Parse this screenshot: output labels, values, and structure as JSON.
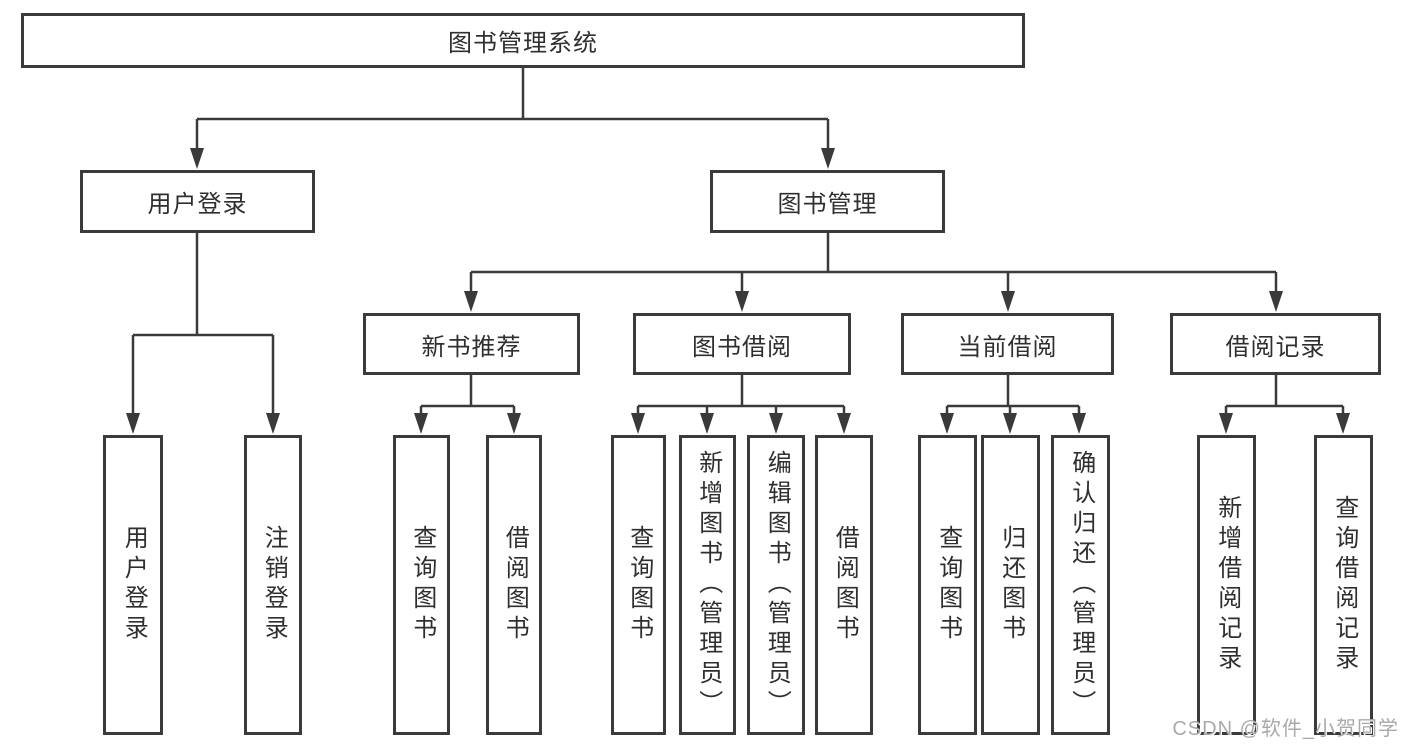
{
  "tree": {
    "root": {
      "label": "图书管理系统",
      "children": [
        {
          "label": "用户登录",
          "children": [
            {
              "label": "用户登录"
            },
            {
              "label": "注销登录"
            }
          ]
        },
        {
          "label": "图书管理",
          "children": [
            {
              "label": "新书推荐",
              "children": [
                {
                  "label": "查询图书"
                },
                {
                  "label": "借阅图书"
                }
              ]
            },
            {
              "label": "图书借阅",
              "children": [
                {
                  "label": "查询图书"
                },
                {
                  "label": "新增图书（管理员）"
                },
                {
                  "label": "编辑图书（管理员）"
                },
                {
                  "label": "借阅图书"
                }
              ]
            },
            {
              "label": "当前借阅",
              "children": [
                {
                  "label": "查询图书"
                },
                {
                  "label": "归还图书"
                },
                {
                  "label": "确认归还（管理员）"
                }
              ]
            },
            {
              "label": "借阅记录",
              "children": [
                {
                  "label": "新增借阅记录"
                },
                {
                  "label": "查询借阅记录"
                }
              ]
            }
          ]
        }
      ]
    }
  },
  "watermark": {
    "text": "CSDN @软件_小贺同学"
  },
  "colors": {
    "line": "#3a3a3a",
    "box_border": "#3a3a3a",
    "text": "#2f2f2f",
    "watermark": "#a9a9a9",
    "background": "#ffffff"
  }
}
